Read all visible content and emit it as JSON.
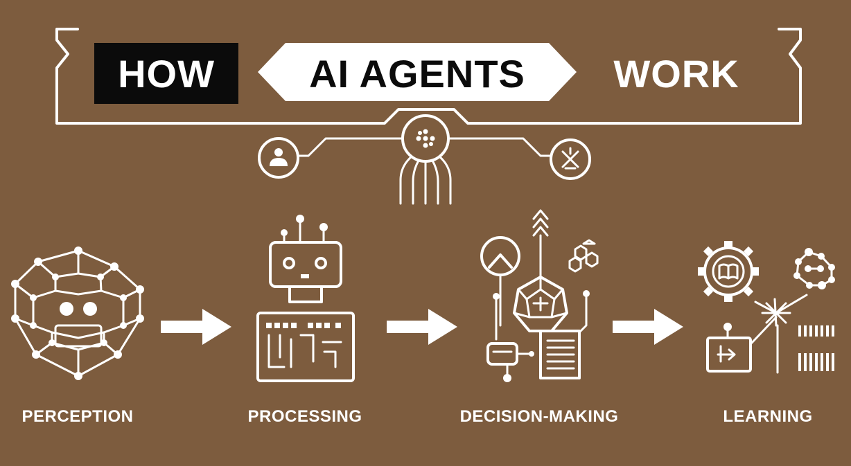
{
  "title": {
    "word_1": "HOW",
    "word_2": "AI AGENTS",
    "word_3": "WORK"
  },
  "steps": [
    {
      "label": "PERCEPTION",
      "icon": "neural-network-face-icon"
    },
    {
      "label": "PROCESSING",
      "icon": "robot-icon"
    },
    {
      "label": "DECISION-MAKING",
      "icon": "decision-tree-icon"
    },
    {
      "label": "LEARNING",
      "icon": "learning-gear-icon"
    }
  ],
  "colors": {
    "background": "#7d5c3e",
    "foreground": "#ffffff",
    "title_box": "#0b0b0b"
  }
}
